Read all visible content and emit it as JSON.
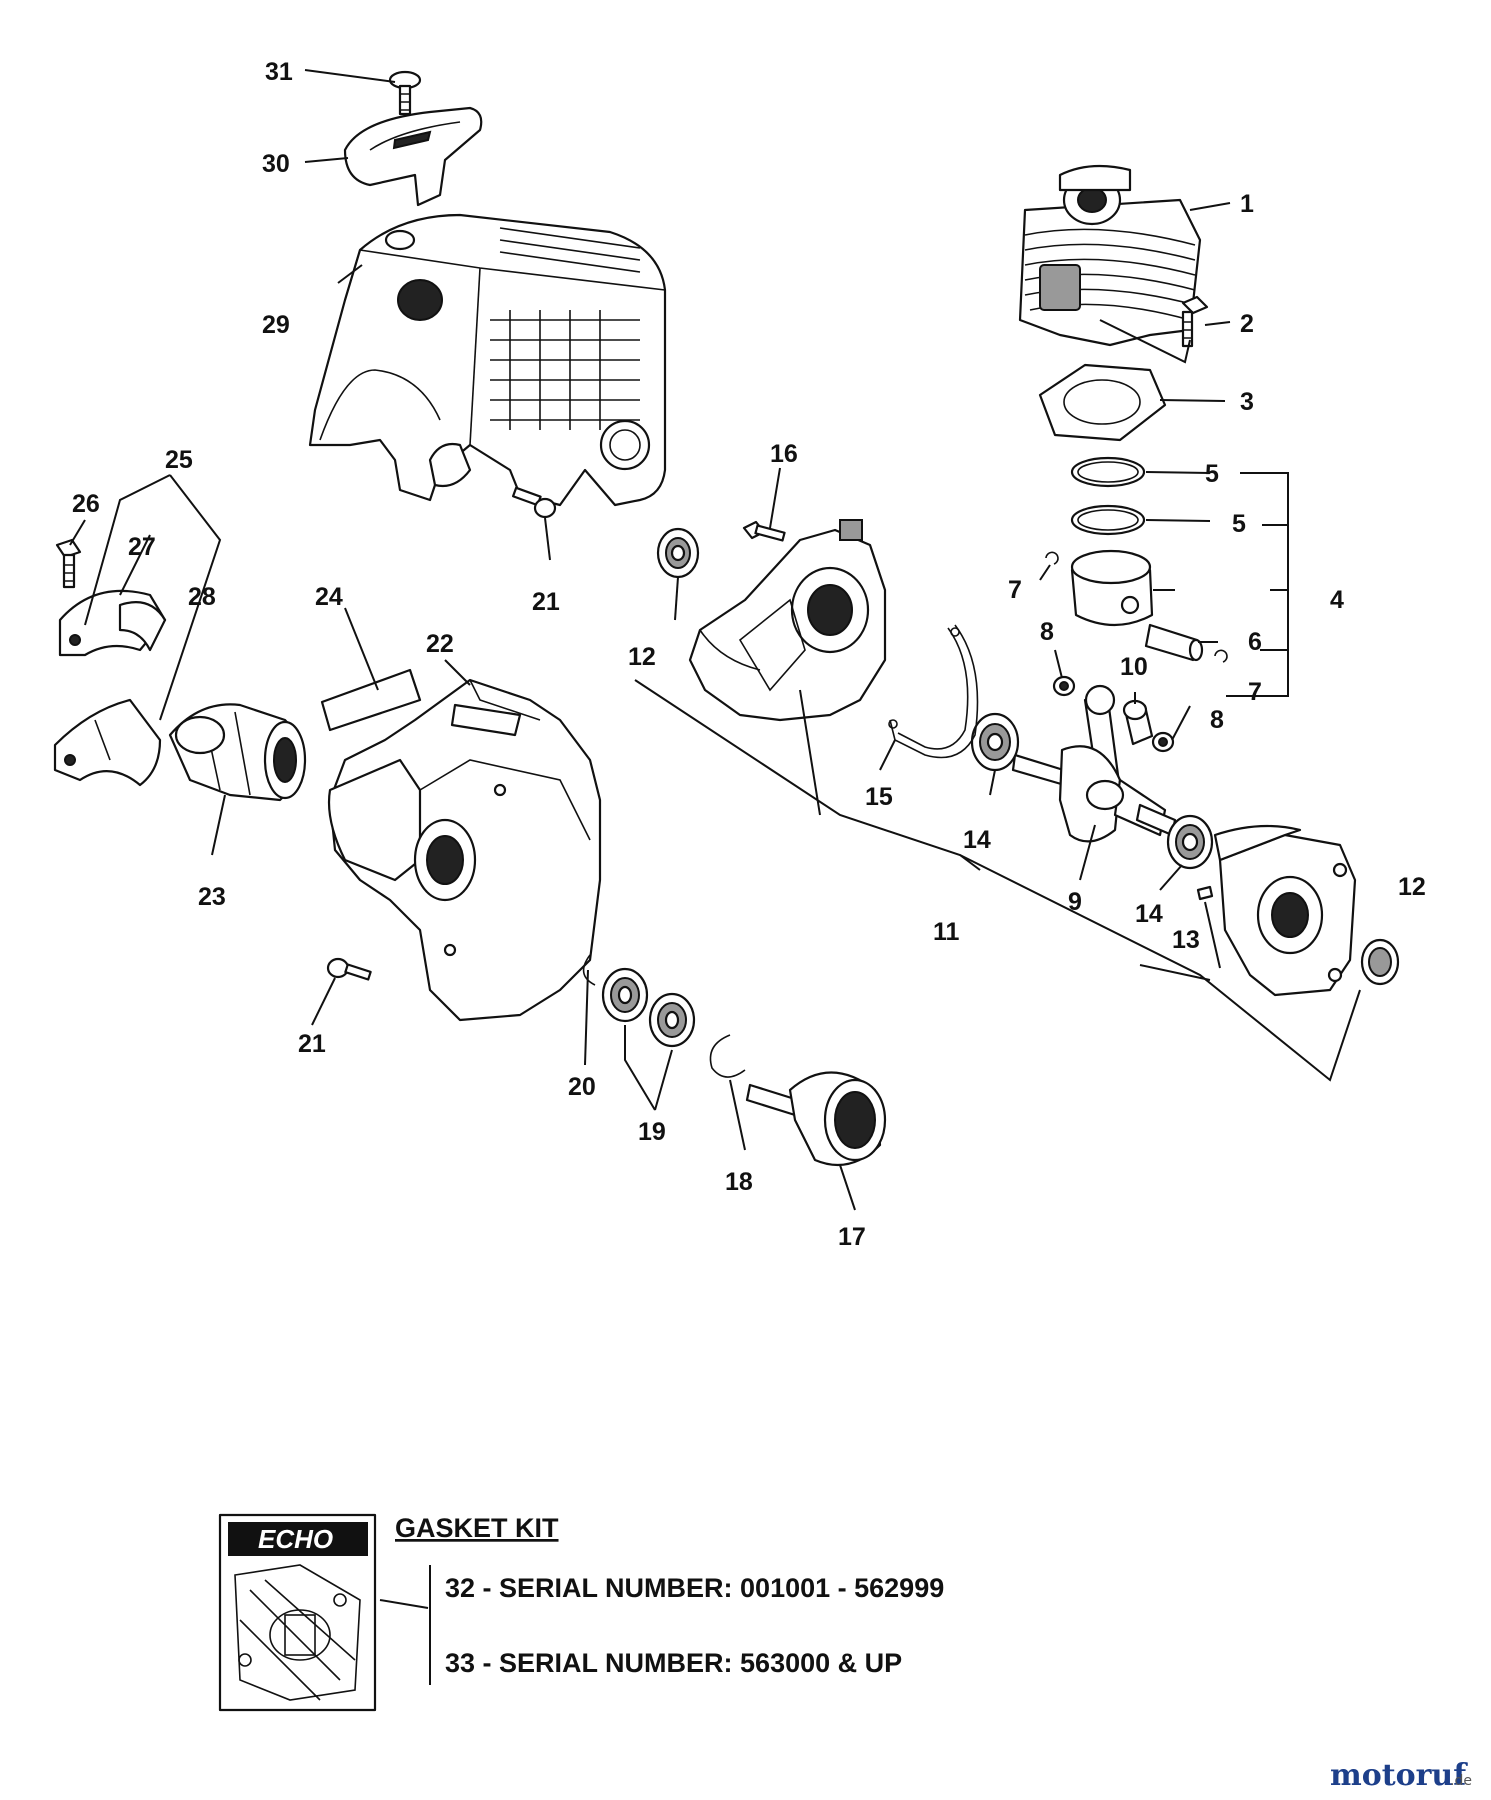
{
  "callouts": [
    "1",
    "2",
    "3",
    "4",
    "5",
    "5",
    "6",
    "7",
    "7",
    "8",
    "8",
    "9",
    "10",
    "11",
    "12",
    "12",
    "13",
    "14",
    "14",
    "15",
    "16",
    "17",
    "18",
    "19",
    "20",
    "21",
    "21",
    "22",
    "23",
    "24",
    "25",
    "26",
    "27",
    "28",
    "29",
    "30",
    "31"
  ],
  "gasket_kit": {
    "logo": "ECHO",
    "title": "GASKET KIT",
    "lines": [
      "32 - SERIAL NUMBER: 001001 - 562999",
      "33 - SERIAL NUMBER: 563000 & UP"
    ]
  },
  "watermark": {
    "main": "motoruf",
    "suffix": ".de"
  },
  "colors": {
    "ink": "#111111",
    "watermark_a": "#1d3f8a",
    "watermark_b": "#c8941a"
  }
}
